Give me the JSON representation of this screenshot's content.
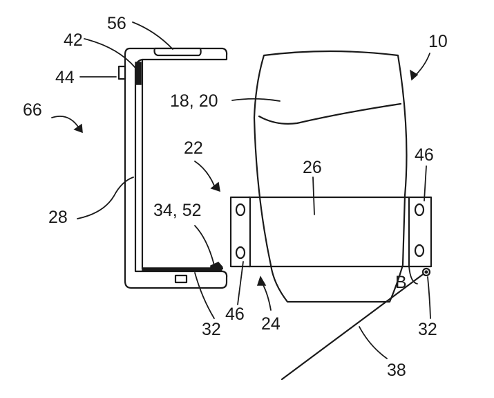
{
  "labels": {
    "l10": "10",
    "l18_20": "18, 20",
    "l22": "22",
    "l24": "24",
    "l26": "26",
    "l28": "28",
    "l32_left": "32",
    "l32_right": "32",
    "l34_52": "34, 52",
    "l38": "38",
    "l42": "42",
    "l44": "44",
    "l46_left": "46",
    "l46_right": "46",
    "l56": "56",
    "l66": "66",
    "lB": "B"
  }
}
